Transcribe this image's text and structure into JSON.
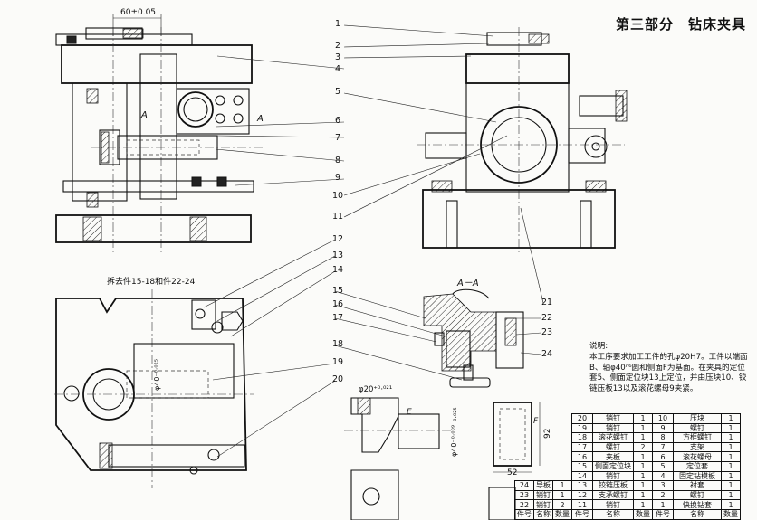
{
  "title": "第三部分　钻床夹具",
  "dim_top": "60±0.05",
  "section_mark": "A",
  "section_label": "A－A",
  "remove_note": "拆去件15-18和件22-24",
  "callouts": [
    "1",
    "2",
    "3",
    "4",
    "5",
    "6",
    "7",
    "8",
    "9",
    "10",
    "11",
    "12",
    "13",
    "14",
    "15",
    "16",
    "17",
    "18",
    "19",
    "20",
    "21",
    "22",
    "23",
    "24"
  ],
  "detail_labels": {
    "phi20": "φ20⁺⁰·⁰²¹",
    "phi40_a": "φ40⁻⁰·⁰²⁵",
    "phi40_b": "φ40⁻⁰·⁰⁰⁹₋₀.₀₂₅",
    "E": "E",
    "F": "F",
    "dim_52": "52",
    "dim_92": "92"
  },
  "notes": {
    "heading": "说明:",
    "body": "本工序要求加工工件的孔φ20H7。工件以端面B、轴φ40ⁿ⁶圆和侧面F为基面。在夹具的定位套5、侧面定位块13上定位，并由压块10、铰链压板13以及滚花螺母9夹紧。"
  },
  "bom": {
    "rows": [
      [
        "20",
        "销钉",
        "1",
        "10",
        "压块",
        "1"
      ],
      [
        "19",
        "销钉",
        "1",
        "9",
        "螺钉",
        "1"
      ],
      [
        "18",
        "滚花螺钉",
        "1",
        "8",
        "方框螺钉",
        "1"
      ],
      [
        "17",
        "螺钉",
        "2",
        "7",
        "支架",
        "1"
      ],
      [
        "16",
        "夹板",
        "1",
        "6",
        "滚花螺母",
        "1"
      ],
      [
        "15",
        "侧面定位块",
        "1",
        "5",
        "定位套",
        "1"
      ],
      [
        "14",
        "销钉",
        "1",
        "4",
        "固定钻模板",
        "1"
      ],
      [
        "13",
        "铰链压板",
        "1",
        "3",
        "衬套",
        "1"
      ],
      [
        "12",
        "支承螺钉",
        "1",
        "2",
        "螺钉",
        "1"
      ],
      [
        "11",
        "销钉",
        "1",
        "1",
        "快换钻套",
        "1"
      ]
    ],
    "rows_left": [
      [
        "24",
        "导板",
        "1"
      ],
      [
        "23",
        "销钉",
        "1"
      ],
      [
        "22",
        "销钉",
        "2"
      ]
    ],
    "header": [
      "件号",
      "名称",
      "数量",
      "件号",
      "名称",
      "数量"
    ]
  }
}
